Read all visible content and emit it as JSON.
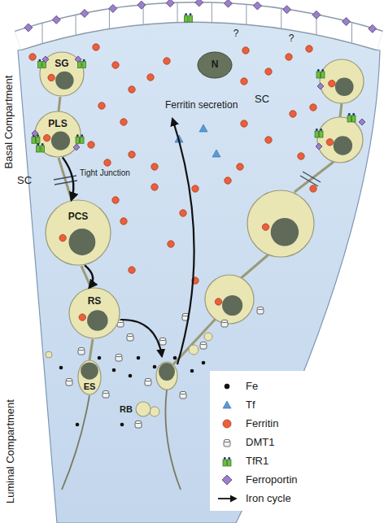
{
  "diagram": {
    "nodes": [
      {
        "text": [
          "SC",
          "SC"
        ]
      },
      {
        "text": [
          "N"
        ],
        "in": 0
      },
      {
        "text": [
          "SG"
        ],
        "in": 0
      },
      {
        "text": [
          "PLS"
        ],
        "in": 0
      },
      {
        "text": [
          "PCS"
        ],
        "in": 0
      },
      {
        "text": [
          "RS"
        ],
        "in": 0
      },
      {
        "text": [
          "ES"
        ],
        "in": 0
      },
      {
        "text": [
          "RB"
        ],
        "in": 0
      }
    ],
    "edges": [
      {
        "from": 3,
        "to": 4,
        "arrow": "to"
      },
      {
        "from": 4,
        "to": 5,
        "arrow": "to"
      }
    ],
    "labels": [
      "Basal Compartment",
      "Luminal Compartment",
      "Ferritin secretion",
      "Tight Junction",
      "?",
      "?"
    ],
    "legend": [
      {
        "text": "Fe",
        "color": "#111111"
      },
      {
        "text": "Tf",
        "color": "#5b9bd5"
      },
      {
        "text": "Ferritin",
        "color": "#e8603c"
      },
      {
        "text": "DMT1"
      },
      {
        "text": "TfR1"
      },
      {
        "text": "Ferroportin"
      },
      {
        "text": "Iron cycle"
      }
    ]
  }
}
